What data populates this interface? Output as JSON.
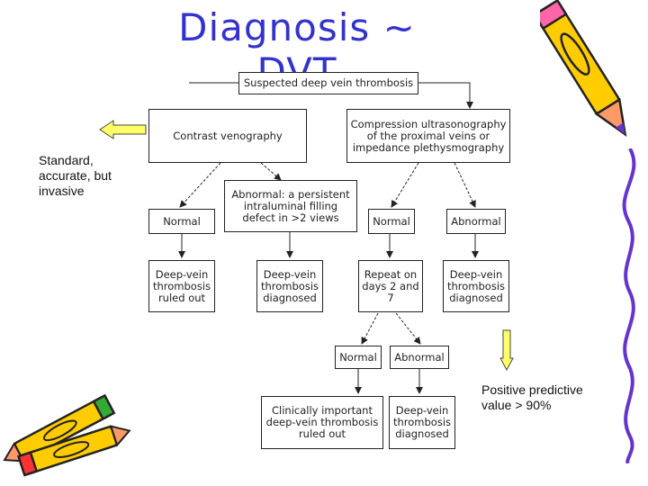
{
  "title": "Diagnosis ~ DVT",
  "flowchart": {
    "suspected": "Suspected deep vein thrombosis",
    "contrast": "Contrast venography",
    "compression": "Compression ultrasonography of the proximal veins or impedance plethysmography",
    "normal_a": "Normal",
    "abnormal_a": "Abnormal: a persistent intraluminal filling defect in >2 views",
    "normal_b": "Normal",
    "abnormal_b": "Abnormal",
    "ruled_out_a": "Deep-vein thrombosis ruled out",
    "diagnosed_a": "Deep-vein thrombosis diagnosed",
    "repeat": "Repeat on days 2 and 7",
    "diagnosed_b": "Deep-vein thrombosis diagnosed",
    "normal_c": "Normal",
    "abnormal_c": "Abnormal",
    "ruled_out_c": "Clinically important deep-vein thrombosis ruled out",
    "diagnosed_c": "Deep-vein thrombosis diagnosed"
  },
  "notes": {
    "left": "Standard, accurate, but invasive",
    "right": "Positive predictive value > 90%"
  },
  "colors": {
    "title": "#3333cc",
    "arrow_fill": "#ffff66",
    "pencil_body": "#ffcc00",
    "pencil_tip": "#ff6633"
  }
}
